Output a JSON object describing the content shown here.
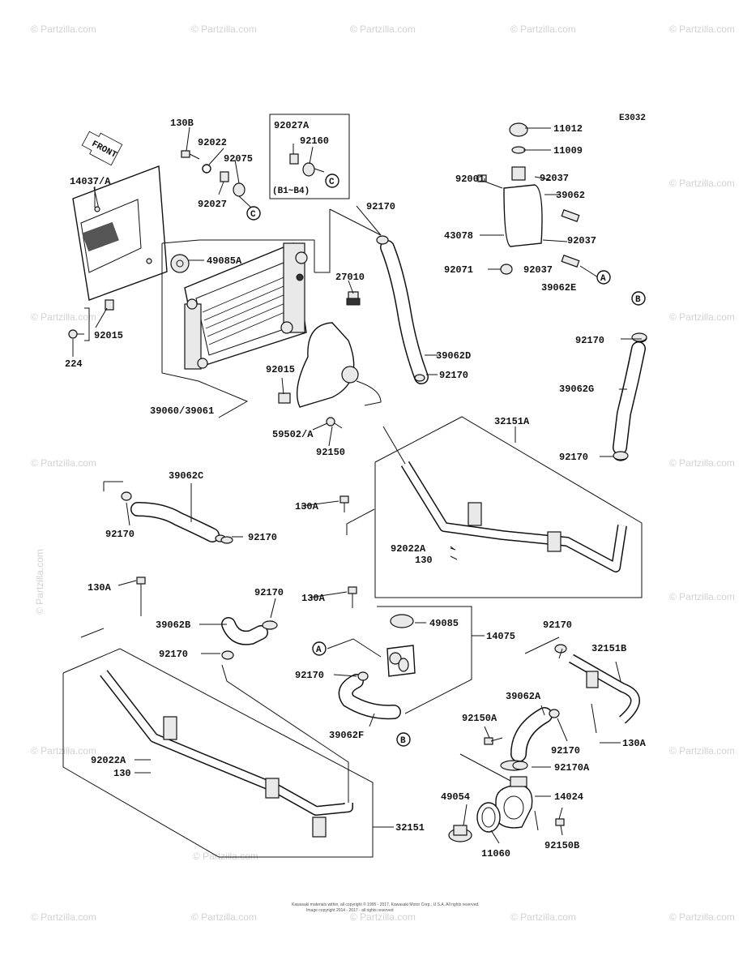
{
  "diagram_code": "E3032",
  "front_label": "FRONT",
  "watermark": "© Partzilla.com",
  "footer_lines": [
    "Kawasaki materials within, all copyright © 1995 - 2017, Kawasaki Motor Corp., U.S.A. All rights reserved.",
    "Image copyright 2014 - 2017 · all rights reserved"
  ],
  "callouts": [
    "A",
    "B",
    "C"
  ],
  "parts": {
    "p11012": "11012",
    "p11009": "11009",
    "p92001": "92001",
    "p92037a": "92037",
    "p39062": "39062",
    "p43078": "43078",
    "p92037b": "92037",
    "p92071": "92071",
    "p92037c": "92037",
    "p39062e": "39062E",
    "p130b": "130B",
    "p92022": "92022",
    "p92075": "92075",
    "p92027": "92027",
    "p92027a": "92027A",
    "p92160": "92160",
    "pb1b4": "(B1~B4)",
    "p14037a": "14037/A",
    "p92015a": "92015",
    "p224": "224",
    "p49085a": "49085A",
    "p27010": "27010",
    "p39060": "39060/39061",
    "p92015b": "92015",
    "p59502": "59502/A",
    "p92150": "92150",
    "p92170a": "92170",
    "p39062d": "39062D",
    "p92170b": "92170",
    "p92170c": "92170",
    "p39062g": "39062G",
    "p92170d": "92170",
    "p32151a": "32151A",
    "p92022a_1": "92022A",
    "p130_1": "130",
    "p130a_1": "130A",
    "p39062c": "39062C",
    "p92170e": "92170",
    "p92170f": "92170",
    "p130a_2": "130A",
    "p130a_3": "130A",
    "p92170g": "92170",
    "p39062b": "39062B",
    "p92170h": "92170",
    "p49085": "49085",
    "p14075": "14075",
    "p92170i": "92170",
    "p39062f": "39062F",
    "p92022a_2": "92022A",
    "p130_2": "130",
    "p92170j": "92170",
    "p32151b": "32151B",
    "p39062a": "39062A",
    "p92150a": "92150A",
    "p92170k": "92170",
    "p130a_4": "130A",
    "p92170a2": "92170A",
    "p49054": "49054",
    "p14024": "14024",
    "p11060": "11060",
    "p92150b": "92150B",
    "p32151": "32151"
  }
}
